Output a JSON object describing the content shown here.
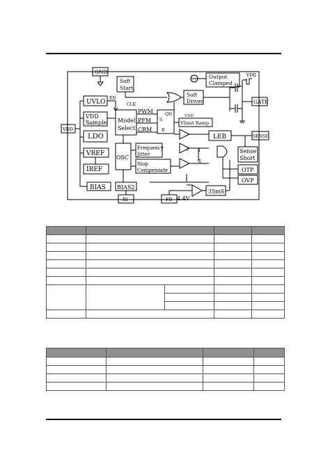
{
  "diagram": {
    "blocks": {
      "gnd": "GND",
      "soft_start_line1": "Soft",
      "soft_start_line2": "Start",
      "output_clamped_line1": "Output",
      "output_clamped_line2": "Clamped",
      "vdd_top": "VDD",
      "uvlo": "UVLO",
      "en": "EN",
      "clk": "CLK",
      "soft_driver_line1": "Soft",
      "soft_driver_line2": "Driver",
      "gate": "GATE",
      "vdd_sample_line1": "VDD",
      "vdd_sample_line2": "Sample",
      "pwm": "PWM",
      "pfm": "PFM",
      "crm": "CRM",
      "qn": "QN",
      "s": "S",
      "r": "R",
      "model_select_line1": "Model",
      "model_select_line2": "Select",
      "vdd_left": "VDD",
      "vlimit_vdd": "VDD",
      "vlimit_ramp": "Vlimit Ramp",
      "ldo": "LDO",
      "leb": "LEB",
      "sense": "SENSE",
      "vref": "VREF",
      "freq_jitter_line1": "Frequency",
      "freq_jitter_line2": "Jitter",
      "i_label": "I",
      "i_label2": "I",
      "sigma": "Σ",
      "sense_short_line1": "Sense",
      "sense_short_line2": "Short",
      "osc": "OSC",
      "slop_comp_line1": "Slop",
      "slop_comp_line2": "Compensate",
      "iref": "IREF",
      "otp": "OTP",
      "ovp": "OVP",
      "bias": "BIAS",
      "bias2": "BIAS2",
      "t35ms": "35mS",
      "v44": "4.4V",
      "ri": "RI",
      "fb": "FB"
    },
    "colors": {
      "line": "#000000",
      "background": "#ffffff"
    }
  },
  "table1": {
    "header_color": "#8f8f8f",
    "header": [
      "",
      "",
      "",
      ""
    ],
    "rows": [
      [
        "",
        "",
        "",
        ""
      ],
      [
        "",
        "",
        "",
        ""
      ],
      [
        "",
        "",
        "",
        ""
      ],
      [
        "",
        "",
        "",
        ""
      ],
      [
        "",
        "",
        "",
        ""
      ],
      [
        "",
        "",
        "",
        ""
      ]
    ],
    "merged_block": {
      "a": "",
      "b": "",
      "sub": [
        [
          "",
          "",
          ""
        ],
        [
          "",
          "",
          ""
        ],
        [
          "",
          "",
          ""
        ]
      ]
    },
    "last_row": [
      "",
      "",
      "",
      ""
    ]
  },
  "table2": {
    "header": [
      "",
      "",
      "",
      ""
    ],
    "rows": [
      [
        "",
        "",
        "",
        ""
      ],
      [
        "",
        "",
        "",
        ""
      ],
      [
        "",
        "",
        "",
        ""
      ],
      [
        "",
        "",
        "",
        ""
      ]
    ]
  }
}
